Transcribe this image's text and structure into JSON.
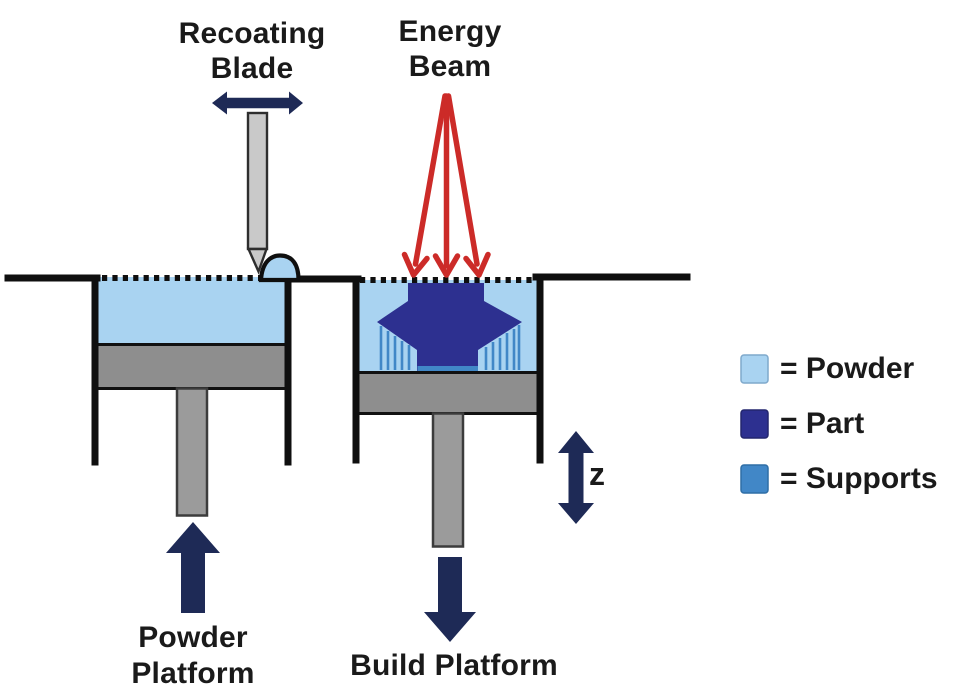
{
  "diagram": {
    "labels": {
      "recoating_blade_line1": "Recoating",
      "recoating_blade_line2": "Blade",
      "energy_beam_line1": "Energy",
      "energy_beam_line2": "Beam",
      "z_axis": "z",
      "powder_platform_line1": "Powder",
      "powder_platform_line2": "Platform",
      "build_platform": "Build Platform"
    },
    "legend": {
      "items": [
        {
          "name": "powder",
          "label": "= Powder",
          "color": "#A9D3F1"
        },
        {
          "name": "part",
          "label": "= Part",
          "color": "#2D3090"
        },
        {
          "name": "supports",
          "label": "= Supports",
          "color": "#4187C7"
        }
      ]
    },
    "colors": {
      "powder": "#A9D3F1",
      "part": "#2D3090",
      "supports": "#4187C7",
      "arrow_navy": "#1E2A56",
      "beam_red": "#CC2B28",
      "platform_gray": "#8E8E8E",
      "piston_gray": "#9B9B9B",
      "blade_gray": "#C9C9C9"
    }
  }
}
